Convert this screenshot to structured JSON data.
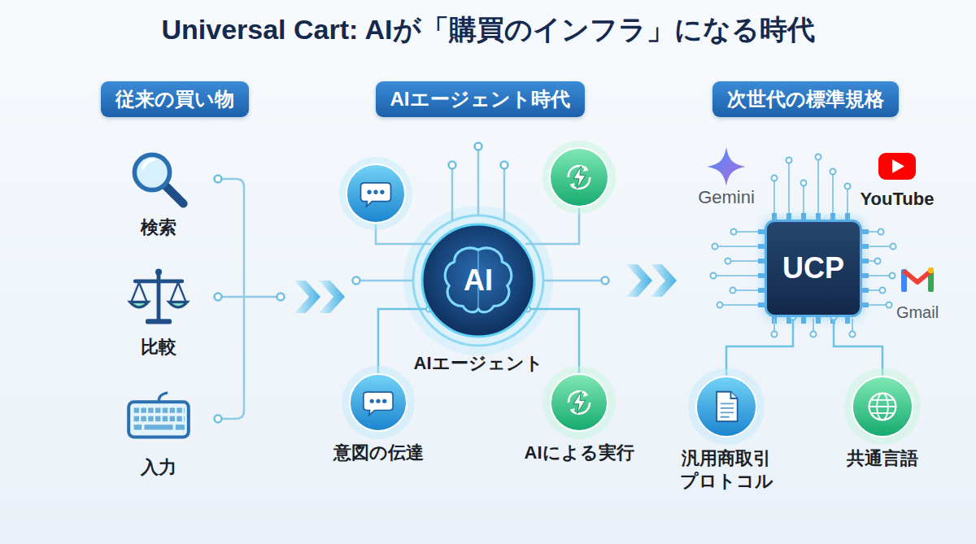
{
  "diagram": {
    "title": "Universal Cart: AIが「購買のインフラ」になる時代",
    "nodes": [
      {
        "text": [
          "従来の買い物"
        ]
      },
      {
        "text": [
          "検索"
        ]
      },
      {
        "text": [
          "比較"
        ]
      },
      {
        "text": [
          "入力"
        ]
      },
      {
        "text": [
          "AIエージェント時代"
        ]
      },
      {
        "text": [
          "AI",
          "AIエージェント"
        ]
      },
      {
        "text": [
          "意図の伝達"
        ]
      },
      {
        "text": [
          "AIによる実行"
        ]
      },
      {
        "text": [
          "次世代の標準規格"
        ]
      },
      {
        "text": [
          "UCP"
        ]
      },
      {
        "text": [
          "汎用商取引 プロトコル"
        ]
      },
      {
        "text": [
          "共通言語"
        ]
      }
    ],
    "edges": [
      {
        "from": 5,
        "to": 6,
        "arrow": "none"
      },
      {
        "from": 5,
        "to": 7,
        "arrow": "none"
      },
      {
        "from": 9,
        "to": 10,
        "arrow": "none"
      },
      {
        "from": 9,
        "to": 11,
        "arrow": "none"
      }
    ],
    "labels": [
      "Gemini",
      "YouTube",
      "Gmail"
    ]
  }
}
